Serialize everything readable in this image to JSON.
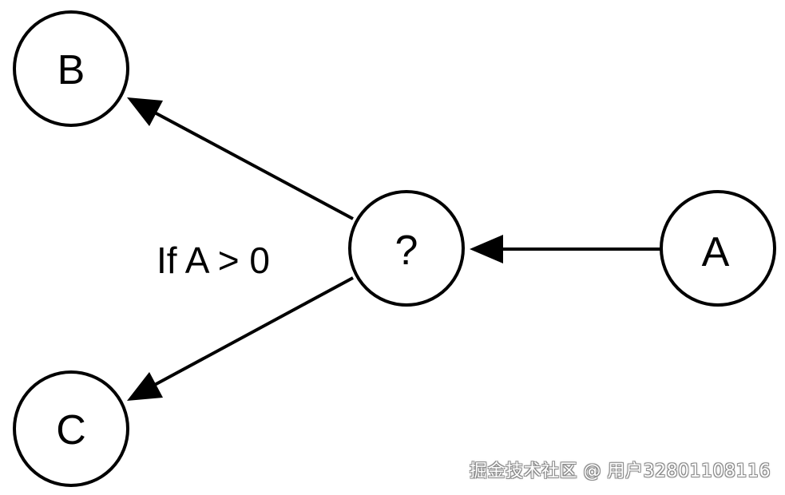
{
  "diagram": {
    "nodes": {
      "b": {
        "label": "B"
      },
      "c": {
        "label": "C"
      },
      "decision": {
        "label": "?"
      },
      "a": {
        "label": "A"
      }
    },
    "condition_label": "If A > 0"
  },
  "watermark": {
    "text": "掘金技术社区 @ 用户3280110811​6"
  },
  "colors": {
    "stroke": "#000000",
    "background": "#ffffff"
  }
}
